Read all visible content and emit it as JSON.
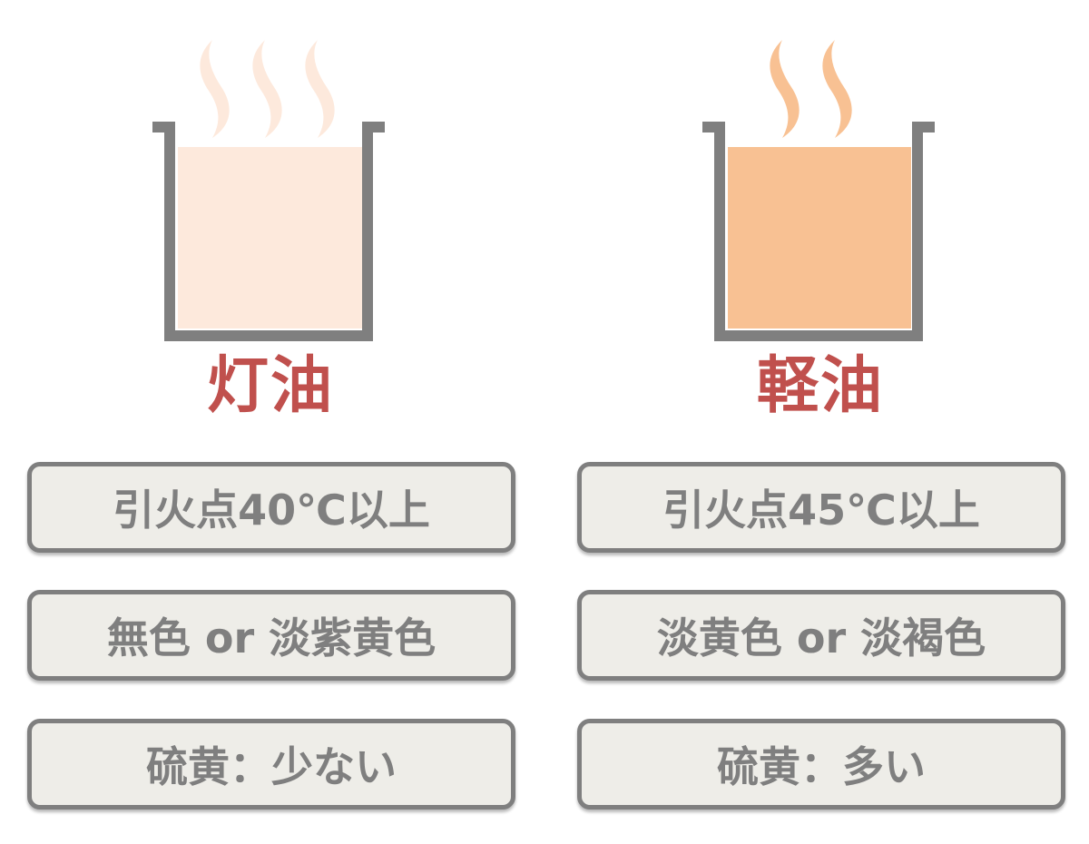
{
  "colors": {
    "pot_outline": "#7f7f7f",
    "kerosene_fill": "#fde9dc",
    "kerosene_steam": "#fde9dc",
    "diesel_fill": "#f8c193",
    "diesel_steam": "#f8c193",
    "title_red": "#c0504d",
    "box_fill": "#eeede8",
    "box_text": "#7f7f7f"
  },
  "fuels": [
    {
      "name": "灯油",
      "steam_icon": "steam-icon",
      "steam_count": 3,
      "properties": [
        "引火点40℃以上",
        "無色 or 淡紫黄色",
        "硫黄：少ない"
      ]
    },
    {
      "name": "軽油",
      "steam_icon": "steam-icon",
      "steam_count": 2,
      "properties": [
        "引火点45℃以上",
        "淡黄色 or 淡褐色",
        "硫黄：多い"
      ]
    }
  ]
}
